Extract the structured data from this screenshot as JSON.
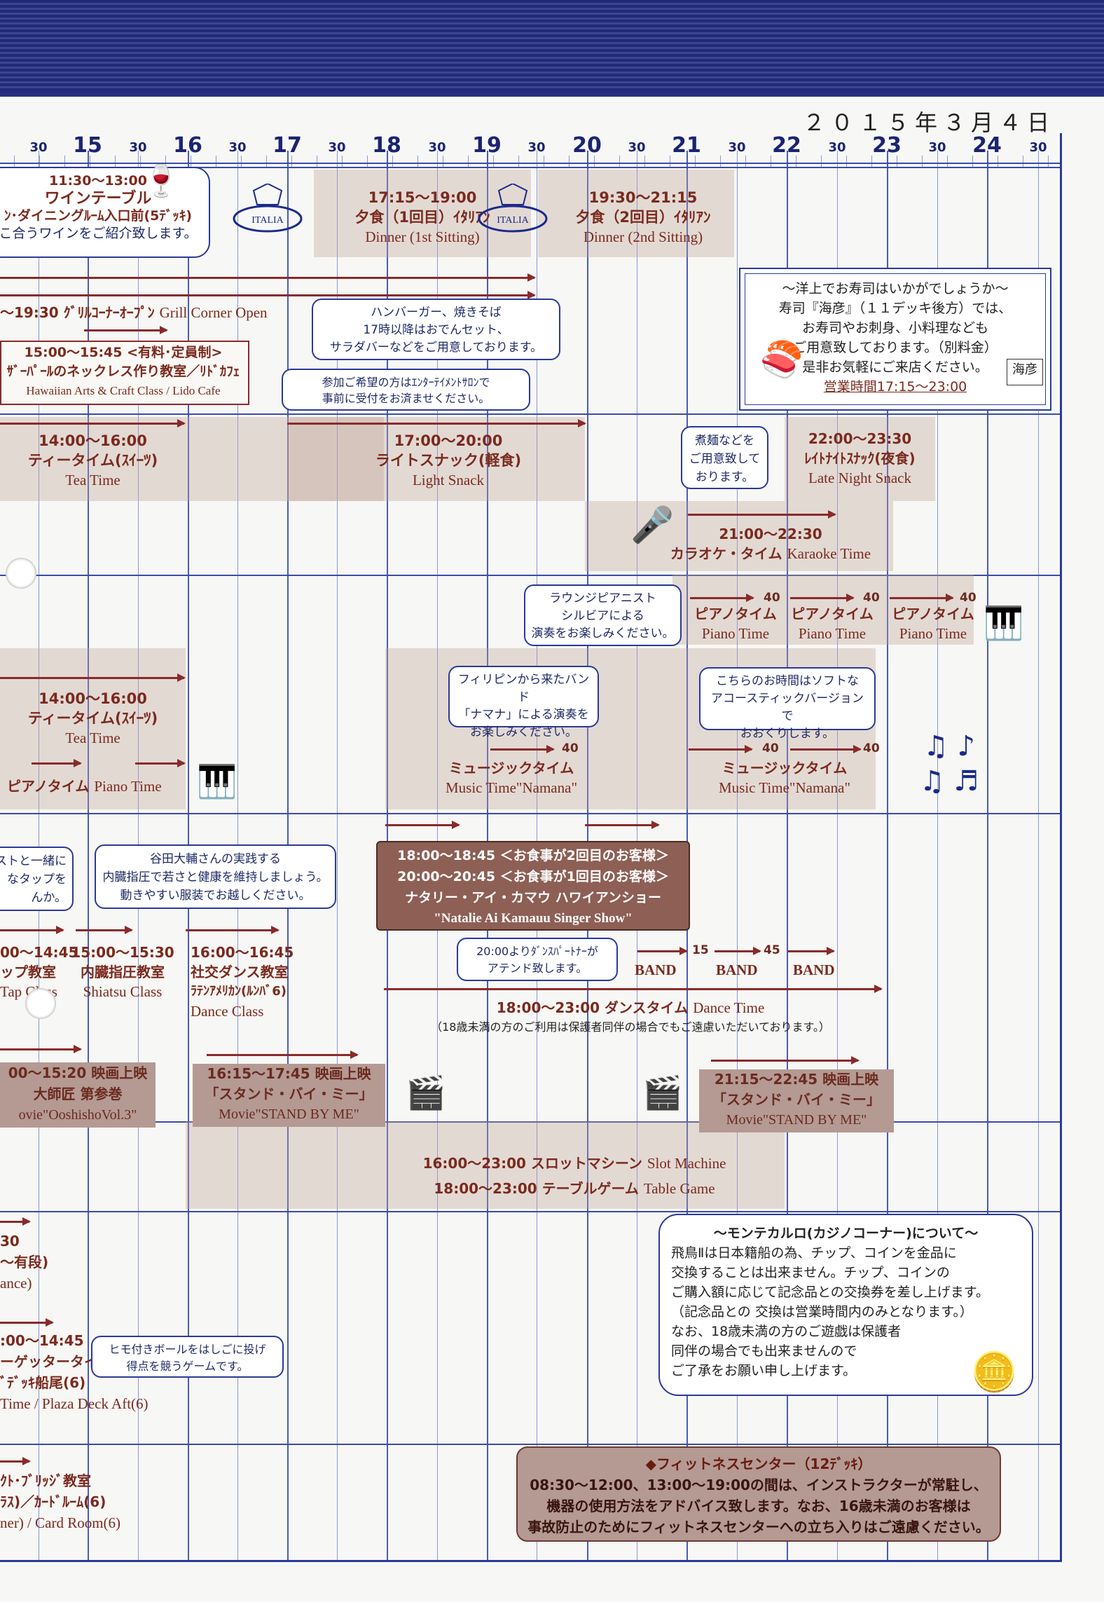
{
  "date": "２０１５年３月４日",
  "axis": {
    "hours": [
      "15",
      "16",
      "17",
      "18",
      "19",
      "20",
      "21",
      "22",
      "23",
      "24"
    ],
    "half": "30"
  },
  "wine": {
    "time": "11:30～13:00",
    "title": "ワインテーブル",
    "place": "ﾝ･ダイニングﾙｰﾑ入口前(5ﾃﾞｯｷ)",
    "desc": "こ合うワインをご紹介致します。"
  },
  "dinner1": {
    "time": "17:15～19:00",
    "title": "夕食（1回目）ｲﾀﾘｱﾝ",
    "en": "Dinner (1st Sitting)",
    "logo": "ITALIA"
  },
  "dinner2": {
    "time": "19:30～21:15",
    "title": "夕食（2回目）ｲﾀﾘｱﾝ",
    "en": "Dinner (2nd Sitting)",
    "logo": "ITALIA"
  },
  "grill": {
    "ja": "～19:30 ｸﾞﾘﾙｺｰﾅｰｵｰﾌﾟﾝ",
    "en": "Grill Corner Open"
  },
  "grill_bubble": [
    "ハンバーガー、焼きそば",
    "17時以降はおでんセット、",
    "サラダバーなどをご用意しております。"
  ],
  "sushi": {
    "lines": [
      "～洋上でお寿司はいかがでしょうか～",
      "寿司『海彦』（１１デッキ後方）では、",
      "お寿司やお刺身、小料理なども",
      "ご用意致しております。（別料金）",
      "是非お気軽にご来店ください。"
    ],
    "hours": "営業時間17:15～23:00",
    "logo": "海彦"
  },
  "hawaiian": {
    "time": "15:00～15:45 <有料･定員制>",
    "title": "ｻﾞｰﾊﾟｰﾙのネックレス作り教室／ﾘﾄﾞｶﾌｪ",
    "en": "Hawaiian Arts & Craft Class / Lido Cafe"
  },
  "hawaiian_bubble": [
    "参加ご希望の方はｴﾝﾀｰﾃｲﾒﾝﾄｻﾛﾝで",
    "事前に受付をお済ませください。"
  ],
  "tea1": {
    "time": "14:00～16:00",
    "title": "ティータイム(ｽｲｰﾂ)",
    "en": "Tea Time"
  },
  "snack": {
    "time": "17:00～20:00",
    "title": "ライトスナック(軽食)",
    "en": "Light Snack"
  },
  "noodle_bubble": [
    "煮麺などを",
    "ご用意致して",
    "おります。"
  ],
  "late": {
    "time": "22:00～23:30",
    "title": "ﾚｲﾄﾅｲﾄｽﾅｯｸ(夜食)",
    "en": "Late Night Snack"
  },
  "karaoke": {
    "time": "21:00～22:30",
    "title": "カラオケ・タイム",
    "en": "Karaoke Time"
  },
  "pianist_bubble": [
    "ラウンジピアニスト",
    "シルビアによる",
    "演奏をお楽しみください。"
  ],
  "piano_blocks": [
    {
      "num": "40",
      "ja": "ピアノタイム",
      "en": "Piano Time"
    },
    {
      "num": "40",
      "ja": "ピアノタイム",
      "en": "Piano Time"
    },
    {
      "num": "40",
      "ja": "ピアノタイム",
      "en": "Piano Time"
    }
  ],
  "band_bubble": [
    "フィリピンから来たバンド",
    "「ナマナ」による演奏を",
    "お楽しみください。"
  ],
  "acoustic_bubble": [
    "こちらのお時間はソフトな",
    "アコースティックバージョンで",
    "おおくりします。"
  ],
  "tea2": {
    "time": "14:00～16:00",
    "title": "ティータイム(ｽｲｰﾂ)",
    "en": "Tea Time"
  },
  "piano2": {
    "ja": "ピアノタイム",
    "en": "Piano Time"
  },
  "music1": {
    "num": "40",
    "ja": "ミュージックタイム",
    "en": "Music Time\"Namana\""
  },
  "music2": {
    "num": "40",
    "ja": "ミュージックタイム",
    "en": "Music Time\"Namana\"",
    "num2": "40"
  },
  "tap_bubble": [
    "ストと一緒に",
    "なタップを",
    "んか。"
  ],
  "shiatsu_bubble": [
    "谷田大輔さんの実践する",
    "内臓指圧で若さと健康を維持しましょう。",
    "動きやすい服装でお越しください。"
  ],
  "show": {
    "line1": "18:00～18:45 ＜お食事が2回目のお客様＞",
    "line2": "20:00～20:45 ＜お食事が1回目のお客様＞",
    "line3": "ナタリー・アイ・カマウ ハワイアンショー",
    "line4": "\"Natalie Ai Kamauu Singer Show\""
  },
  "tap": {
    "time": "00～14:45",
    "title": "ップ教室",
    "en": "Tap Class"
  },
  "shiatsu": {
    "time": "15:00～15:30",
    "title": "内臓指圧教室",
    "en": "Shiatsu Class"
  },
  "dance_class": {
    "time": "16:00～16:45",
    "title": "社交ダンス教室",
    "sub": "ﾗﾃﾝｱﾒﾘｶﾝ(ﾙﾝﾊﾞ6)",
    "en": "Dance Class"
  },
  "partner_bubble": [
    "20:00よりﾀﾞﾝｽﾊﾟｰﾄﾅｰが",
    "アテンド致します。"
  ],
  "band_marks": {
    "labels": [
      "BAND",
      "BAND",
      "BAND"
    ],
    "nums": [
      "15",
      "45"
    ]
  },
  "dance_time": {
    "time": "18:00～23:00",
    "title": "ダンスタイム",
    "en": "Dance Time",
    "note": "（18歳未満の方のご利用は保護者同伴の場合でもご遠慮いただいております。）"
  },
  "movie1": {
    "time": "00～15:20 映画上映",
    "title": "大師匠 第参巻",
    "en": "ovie\"OoshishoVol.3\""
  },
  "movie2": {
    "time": "16:15～17:45 映画上映",
    "title": "「スタンド・バイ・ミー」",
    "en": "Movie\"STAND BY ME\""
  },
  "movie3": {
    "time": "21:15～22:45 映画上映",
    "title": "「スタンド・バイ・ミー」",
    "en": "Movie\"STAND BY ME\""
  },
  "slot": {
    "time": "16:00～23:00",
    "title": "スロットマシーン",
    "en": "Slot Machine"
  },
  "table": {
    "time": "18:00～23:00",
    "title": "テーブルゲーム",
    "en": "Table Game"
  },
  "casino": {
    "title": "～モンテカルロ(カジノコーナー)について～",
    "lines": [
      "飛鳥Ⅱは日本籍船の為、チップ、コインを金品に",
      "交換することは出来ません。チップ、コインの",
      "ご購入額に応じて記念品との交換券を差し上げます。",
      "（記念品との 交換は営業時間内のみとなります。）",
      "なお、18歳未満の方のご遊戯は保護者",
      "同伴の場合でも出来ませんので",
      "ご了承をお願い申し上げます。"
    ]
  },
  "dance_left": {
    "t1": "30",
    "t2": "～有段)",
    "t3": "ance)"
  },
  "quoit": {
    "time": ":00～14:45",
    "title": "ーゲッタータイム",
    "sub": "ﾞﾃﾞｯｷ船尾(6)",
    "en": "Time / Plaza Deck Aft(6)"
  },
  "quoit_bubble": [
    "ヒモ付きボールをはしごに投げ",
    "得点を競うゲームです。"
  ],
  "bridge": {
    "title": "ｸﾄ･ﾌﾞﾘｯｼﾞ教室",
    "sub": "ﾗｽ)／ｶｰﾄﾞﾙｰﾑ(6)",
    "en": "ner) / Card Room(6)"
  },
  "fitness": {
    "title": "◆フィットネスセンター（12ﾃﾞｯｷ）",
    "lines": [
      "08:30～12:00、13:00～19:00の間は、インストラクターが常駐し、",
      "機器の使用方法をアドバイス致します。なお、16歳未満のお客様は",
      "事故防止のためにフィットネスセンターへの立ち入りはご遠慮ください。"
    ]
  },
  "colors": {
    "grid": "#4a5cb6",
    "text": "#7a2a1e",
    "stripe": "#1f2a78"
  }
}
